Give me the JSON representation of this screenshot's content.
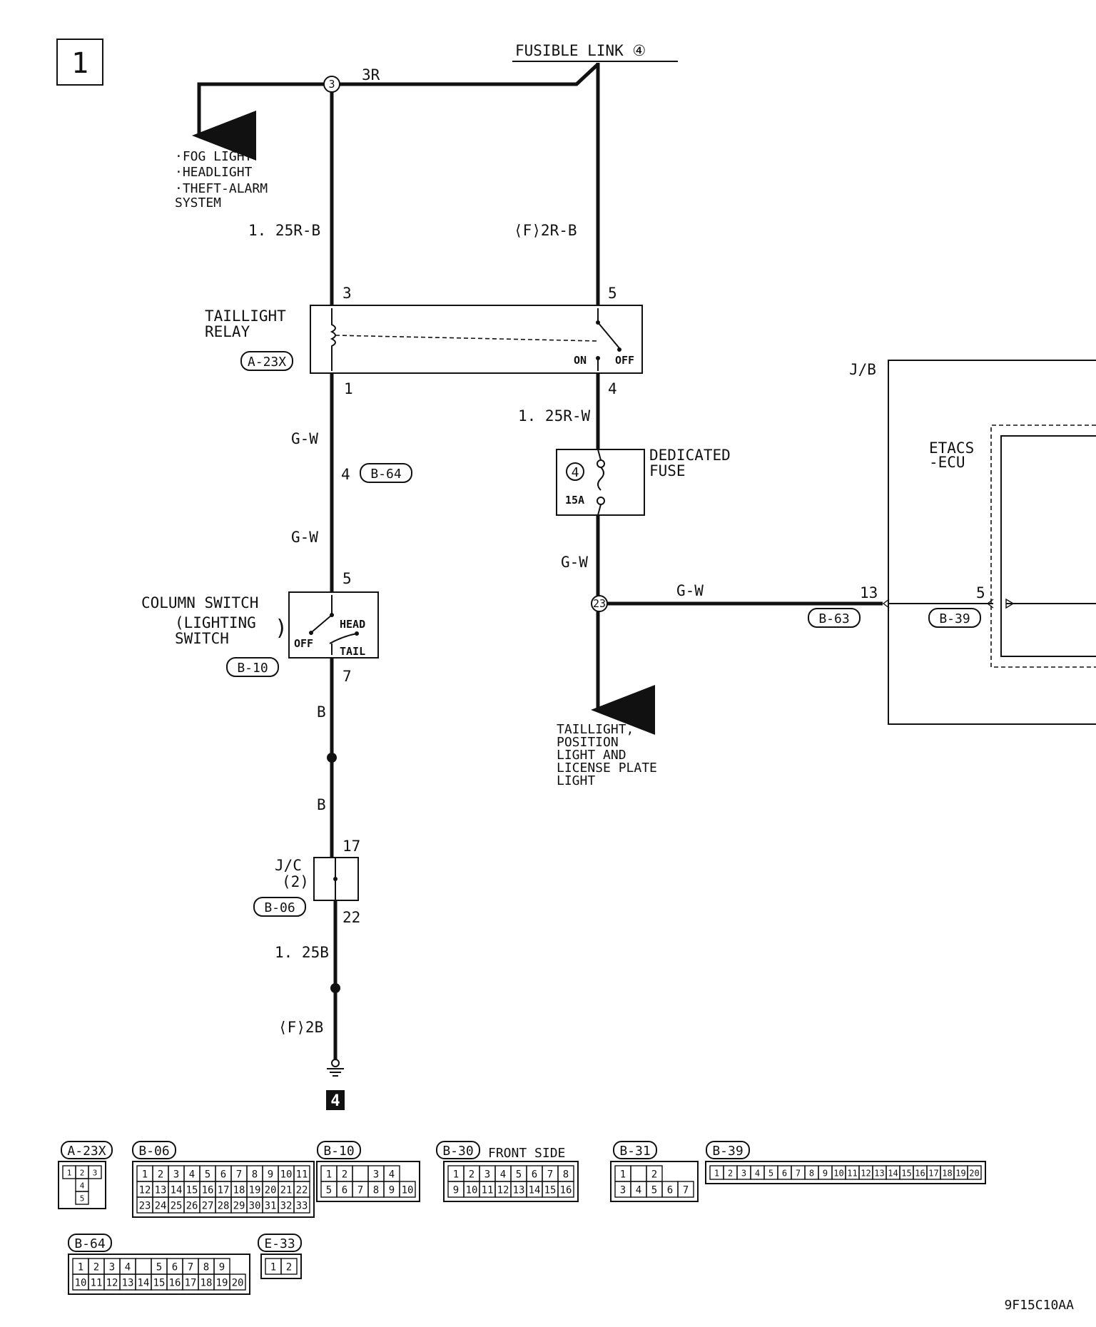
{
  "page": {
    "number": "1",
    "figure_code": "9F15C10AA"
  },
  "source": {
    "name": "FUSIBLE LINK ④"
  },
  "junctions": {
    "top": "3",
    "mid": "23"
  },
  "wires": {
    "w3r": "3R",
    "w125rb": "1. 25R-B",
    "wf2rb": "⟨F⟩2R-B",
    "w125rw": "1. 25R-W",
    "wgw1": "G-W",
    "wgw2": "G-W",
    "wgw3": "G-W",
    "wgw4": "G-W",
    "wb1": "B",
    "wb2": "B",
    "w125b": "1. 25B",
    "wf2b": "⟨F⟩2B"
  },
  "destinations": {
    "left": [
      "·FOG LIGHT",
      "·HEADLIGHT",
      "·THEFT-ALARM",
      " SYSTEM"
    ],
    "bottom": [
      "TAILLIGHT,",
      "POSITION",
      "LIGHT AND",
      "LICENSE PLATE",
      "LIGHT"
    ]
  },
  "relay": {
    "name": [
      "TAILLIGHT",
      "RELAY"
    ],
    "connector": "A-23X",
    "pins": {
      "p3": "3",
      "p5": "5",
      "p1": "1",
      "p4": "4"
    },
    "on_label": "ON",
    "off_label": "OFF"
  },
  "connector_b64": {
    "pin": "4",
    "id": "B-64"
  },
  "fuse": {
    "name": [
      "DEDICATED",
      "FUSE"
    ],
    "number": "4",
    "rating": "15A"
  },
  "column_switch": {
    "name": [
      "COLUMN SWITCH",
      "(LIGHTING",
      " SWITCH"
    ],
    "close_paren": ")",
    "connector": "B-10",
    "pins": {
      "p5": "5",
      "p7": "7"
    },
    "head": "HEAD",
    "off": "OFF",
    "tail": "TAIL"
  },
  "jc": {
    "name": [
      "J/C",
      "(2)"
    ],
    "connector": "B-06",
    "pins": {
      "p17": "17",
      "p22": "22"
    }
  },
  "jb": {
    "label": "J/B",
    "ecu": [
      "ETACS",
      "-ECU"
    ],
    "pin13": "13",
    "pin5": "5",
    "conn_a": "B-63",
    "conn_b": "B-39"
  },
  "ground": {
    "ref": "4"
  },
  "connectors": [
    {
      "id": "A-23X",
      "rows": [
        [
          "1",
          "2",
          "3"
        ],
        [
          "4"
        ],
        [
          "5"
        ]
      ]
    },
    {
      "id": "B-06",
      "rows": [
        [
          "1",
          "2",
          "3",
          "4",
          "5",
          "6",
          "7",
          "8",
          "9",
          "10",
          "11"
        ],
        [
          "12",
          "13",
          "14",
          "15",
          "16",
          "17",
          "18",
          "19",
          "20",
          "21",
          "22"
        ],
        [
          "23",
          "24",
          "25",
          "26",
          "27",
          "28",
          "29",
          "30",
          "31",
          "32",
          "33"
        ]
      ]
    },
    {
      "id": "B-10",
      "rows": [
        [
          "1",
          "2",
          "",
          "3",
          "4"
        ],
        [
          "5",
          "6",
          "7",
          "8",
          "9",
          "10"
        ]
      ]
    },
    {
      "id": "B-30",
      "note": "FRONT SIDE",
      "rows": [
        [
          "1",
          "2",
          "3",
          "4",
          "5",
          "6",
          "7",
          "8"
        ],
        [
          "9",
          "10",
          "11",
          "12",
          "13",
          "14",
          "15",
          "16"
        ]
      ]
    },
    {
      "id": "B-31",
      "rows": [
        [
          "1",
          "",
          "2"
        ],
        [
          "3",
          "4",
          "5",
          "6",
          "7"
        ]
      ]
    },
    {
      "id": "B-39",
      "rows": [
        [
          "1",
          "2",
          "3",
          "4",
          "5",
          "6",
          "7",
          "8",
          "9",
          "10",
          "11",
          "12",
          "13",
          "14",
          "15",
          "16",
          "17",
          "18",
          "19",
          "20"
        ]
      ]
    },
    {
      "id": "B-64",
      "rows": [
        [
          "1",
          "2",
          "3",
          "4",
          "",
          "5",
          "6",
          "7",
          "8",
          "9"
        ],
        [
          "10",
          "11",
          "12",
          "13",
          "14",
          "15",
          "16",
          "17",
          "18",
          "19",
          "20"
        ]
      ]
    },
    {
      "id": "E-33",
      "rows": [
        [
          "1",
          "2"
        ]
      ]
    }
  ]
}
